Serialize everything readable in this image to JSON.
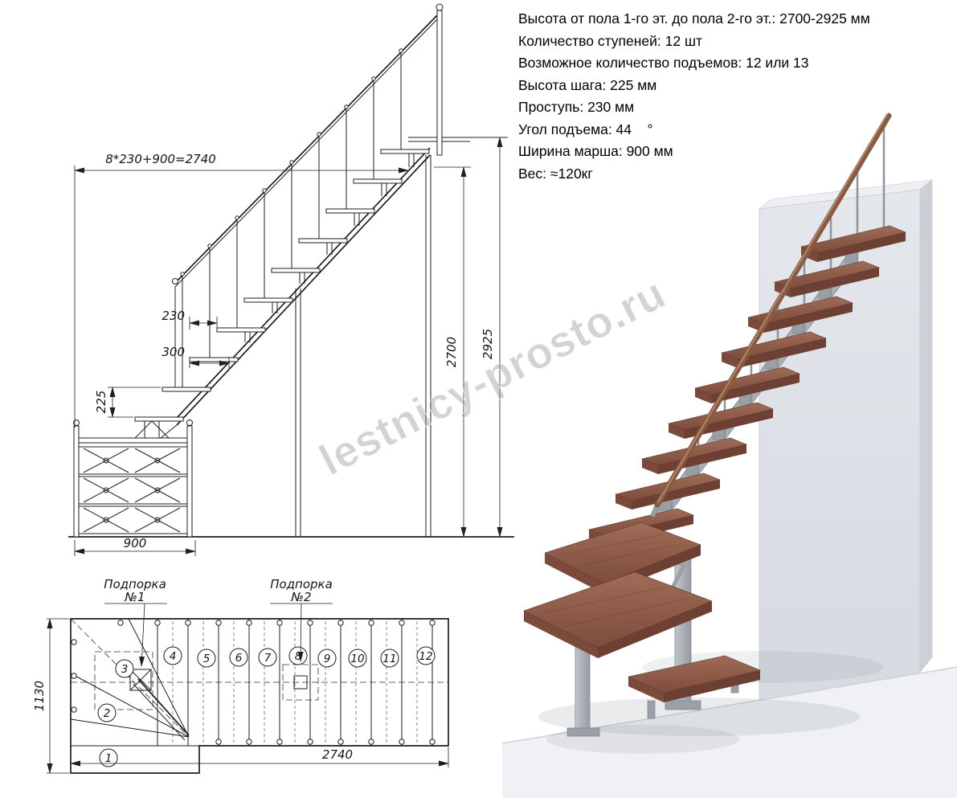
{
  "specs": {
    "lines": [
      "Высота от пола 1-го эт. до пола 2-го эт.: 2700-2925 мм",
      "Количество ступеней: 12 шт",
      "Возможное количество подъемов: 12 или 13",
      "Высота шага: 225 мм",
      "Проступь: 230 мм",
      "Угол подъема: 44    °",
      "Ширина марша: 900 мм",
      "Вес: ≈120кг"
    ]
  },
  "elevation": {
    "dims": {
      "total_run": "8*230+900=2740",
      "tread_run": "230",
      "tread_depth": "300",
      "riser_height": "225",
      "flight_height": "2700",
      "total_height": "2925",
      "march_width": "900"
    }
  },
  "plan": {
    "dims": {
      "width": "1130",
      "length": "2740"
    },
    "supports": [
      {
        "name": "Подпорка",
        "num": "№1"
      },
      {
        "name": "Подпорка",
        "num": "№2"
      }
    ],
    "steps": [
      "1",
      "2",
      "3",
      "4",
      "5",
      "6",
      "7",
      "8",
      "9",
      "10",
      "11",
      "12"
    ]
  },
  "watermark": "lestnicy-prosto.ru",
  "colors": {
    "wood": "#8a5a43",
    "metal": "#a8aeb4",
    "wall": "#dde0e6",
    "line": "#1f1f1f"
  }
}
